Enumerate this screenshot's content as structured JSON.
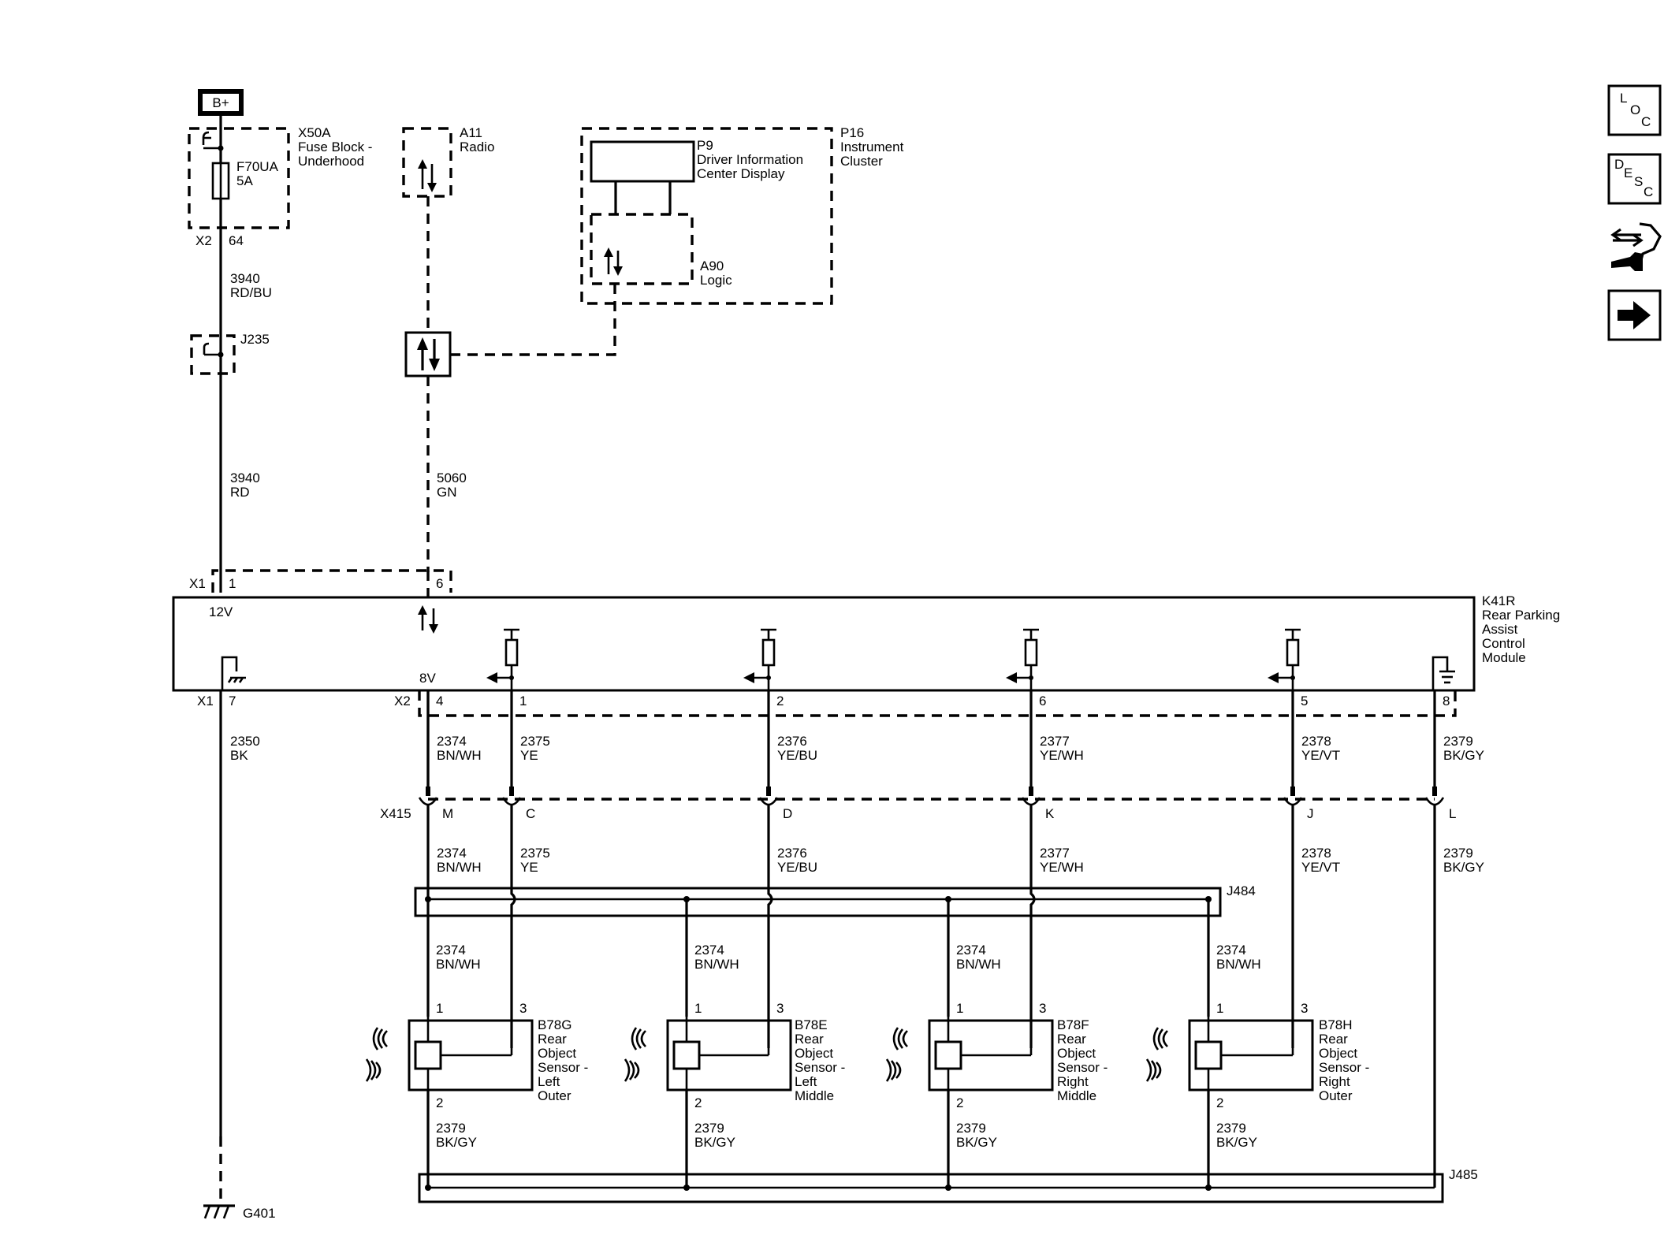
{
  "power": {
    "battery": "B+"
  },
  "fuse_block": {
    "ref": "X50A",
    "line1": "Fuse Block -",
    "line2": "Underhood",
    "fuse": "F70UA",
    "rating": "5A",
    "conn": "X2",
    "pin": "64"
  },
  "wire_3940_rdbu": {
    "circuit": "3940",
    "color": "RD/BU"
  },
  "splice_j235": "J235",
  "wire_3940_rd": {
    "circuit": "3940",
    "color": "RD"
  },
  "radio": {
    "ref": "A11",
    "name": "Radio"
  },
  "cluster": {
    "ref": "P16",
    "line1": "Instrument",
    "line2": "Cluster",
    "display_ref": "P9",
    "display_line1": "Driver Information",
    "display_line2": "Center Display",
    "logic_ref": "A90",
    "logic_name": "Logic"
  },
  "wire_5060": {
    "circuit": "5060",
    "color": "GN"
  },
  "module": {
    "ref": "K41R",
    "line1": "Rear Parking",
    "line2": "Assist",
    "line3": "Control",
    "line4": "Module",
    "x1": "X1",
    "x1_pin1": "1",
    "x1_pin6": "6",
    "v12": "12V",
    "v8": "8V",
    "x1_pin7": "7",
    "x2": "X2",
    "x2_pins": [
      "4",
      "1",
      "2",
      "6",
      "5",
      "8"
    ]
  },
  "wire_2350": {
    "circuit": "2350",
    "color": "BK"
  },
  "upper_wires": [
    {
      "circuit": "2374",
      "color": "BN/WH"
    },
    {
      "circuit": "2375",
      "color": "YE"
    },
    {
      "circuit": "2376",
      "color": "YE/BU"
    },
    {
      "circuit": "2377",
      "color": "YE/WH"
    },
    {
      "circuit": "2378",
      "color": "YE/VT"
    },
    {
      "circuit": "2379",
      "color": "BK/GY"
    }
  ],
  "inline_connector": {
    "ref": "X415",
    "pins": [
      "M",
      "C",
      "D",
      "K",
      "J",
      "L"
    ]
  },
  "lower_wires": [
    {
      "circuit": "2374",
      "color": "BN/WH"
    },
    {
      "circuit": "2375",
      "color": "YE"
    },
    {
      "circuit": "2376",
      "color": "YE/BU"
    },
    {
      "circuit": "2377",
      "color": "YE/WH"
    },
    {
      "circuit": "2378",
      "color": "YE/VT"
    },
    {
      "circuit": "2379",
      "color": "BK/GY"
    }
  ],
  "splice_j484": "J484",
  "splice_j485": "J485",
  "sensor_feed": {
    "circuit": "2374",
    "color": "BN/WH"
  },
  "sensor_ground": {
    "circuit": "2379",
    "color": "BK/GY"
  },
  "sensor_pins": {
    "p1": "1",
    "p2": "2",
    "p3": "3"
  },
  "sensors": [
    {
      "ref": "B78G",
      "l1": "Rear",
      "l2": "Object",
      "l3": "Sensor -",
      "l4": "Left",
      "l5": "Outer"
    },
    {
      "ref": "B78E",
      "l1": "Rear",
      "l2": "Object",
      "l3": "Sensor -",
      "l4": "Left",
      "l5": "Middle"
    },
    {
      "ref": "B78F",
      "l1": "Rear",
      "l2": "Object",
      "l3": "Sensor -",
      "l4": "Right",
      "l5": "Middle"
    },
    {
      "ref": "B78H",
      "l1": "Rear",
      "l2": "Object",
      "l3": "Sensor -",
      "l4": "Right",
      "l5": "Outer"
    }
  ],
  "ground": "G401",
  "nav": {
    "loc": {
      "a": "L",
      "b": "O",
      "c": "C"
    },
    "desc": {
      "a": "D",
      "b": "E",
      "c": "S",
      "d": "C"
    }
  }
}
